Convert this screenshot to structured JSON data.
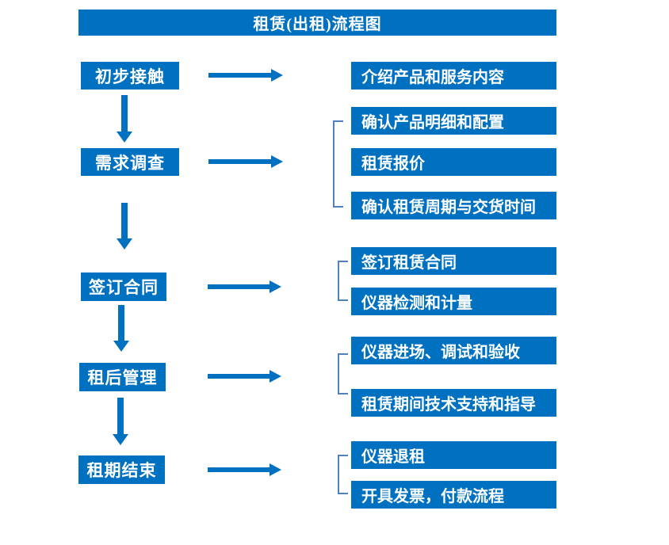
{
  "header": {
    "title": "租赁(出租)流程图"
  },
  "flow": {
    "steps": [
      {
        "label": "初步接触"
      },
      {
        "label": "需求调查"
      },
      {
        "label": "签订合同"
      },
      {
        "label": "租后管理"
      },
      {
        "label": "租期结束"
      }
    ],
    "details": [
      {
        "label": "介绍产品和服务内容"
      },
      {
        "label": "确认产品明细和配置"
      },
      {
        "label": "租赁报价"
      },
      {
        "label": "确认租赁周期与交货时间"
      },
      {
        "label": "签订租赁合同"
      },
      {
        "label": "仪器检测和计量"
      },
      {
        "label": "仪器进场、调试和验收"
      },
      {
        "label": "租赁期间技术支持和指导"
      },
      {
        "label": "仪器退租"
      },
      {
        "label": "开具发票，付款流程"
      }
    ]
  },
  "colors": {
    "primary": "#0070C0",
    "bracket": "#4F81BD",
    "label_text": "#FFFFFF"
  }
}
